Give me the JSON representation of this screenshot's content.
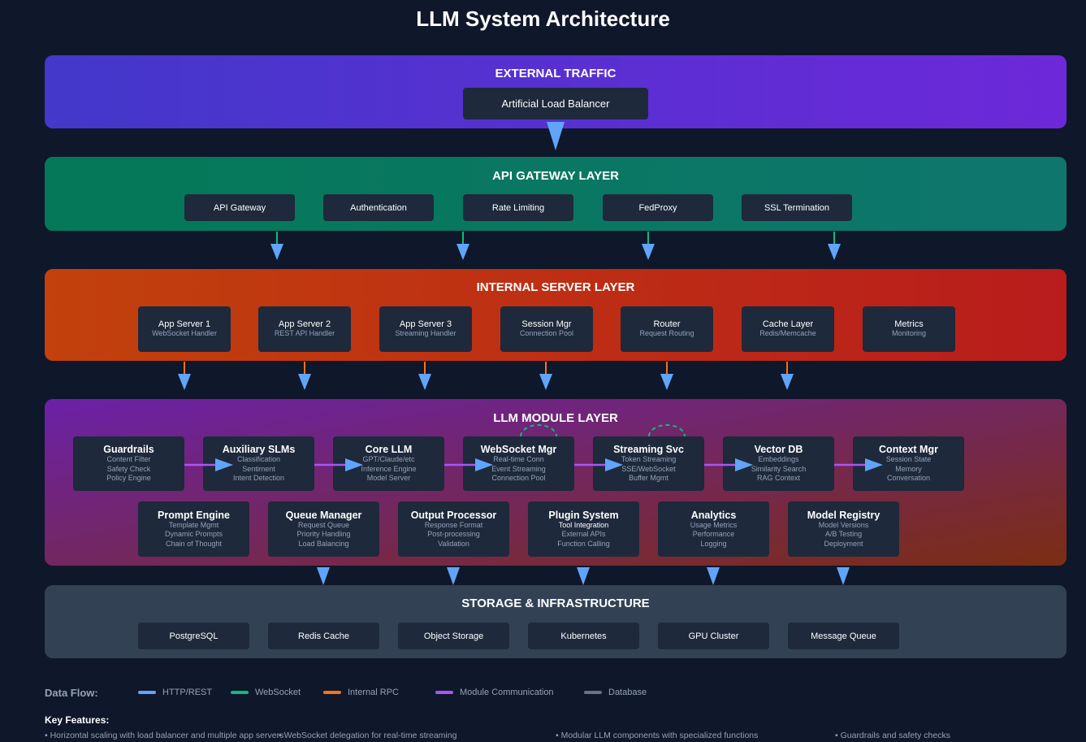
{
  "title": "LLM System Architecture",
  "external": {
    "title": "EXTERNAL TRAFFIC",
    "load_balancer": "Artificial Load Balancer"
  },
  "gateway": {
    "title": "API GATEWAY LAYER",
    "items": [
      "API Gateway",
      "Authentication",
      "Rate Limiting",
      "FedProxy",
      "SSL Termination"
    ]
  },
  "internal": {
    "title": "INTERNAL SERVER LAYER",
    "items": [
      {
        "name": "App Server 1",
        "sub": "WebSocket Handler"
      },
      {
        "name": "App Server 2",
        "sub": "REST API Handler"
      },
      {
        "name": "App Server 3",
        "sub": "Streaming Handler"
      },
      {
        "name": "Session Mgr",
        "sub": "Connection Pool"
      },
      {
        "name": "Router",
        "sub": "Request Routing"
      },
      {
        "name": "Cache Layer",
        "sub": "Redis/Memcache"
      },
      {
        "name": "Metrics",
        "sub": "Monitoring"
      }
    ]
  },
  "llm": {
    "title": "LLM MODULE LAYER",
    "row1": [
      {
        "name": "Guardrails",
        "sub": [
          "Content Filter",
          "Safety Check",
          "Policy Engine"
        ]
      },
      {
        "name": "Auxiliary SLMs",
        "sub": [
          "Classification",
          "Sentiment",
          "Intent Detection"
        ]
      },
      {
        "name": "Core LLM",
        "sub": [
          "GPT/Claude/etc",
          "Inference Engine",
          "Model Server"
        ]
      },
      {
        "name": "WebSocket Mgr",
        "sub": [
          "Real-time Conn",
          "Event Streaming",
          "Connection Pool"
        ]
      },
      {
        "name": "Streaming Svc",
        "sub": [
          "Token Streaming",
          "SSE/WebSocket",
          "Buffer Mgmt"
        ]
      },
      {
        "name": "Vector DB",
        "sub": [
          "Embeddings",
          "Similarity Search",
          "RAG Context"
        ]
      },
      {
        "name": "Context Mgr",
        "sub": [
          "Session State",
          "Memory",
          "Conversation"
        ]
      }
    ],
    "row2": [
      {
        "name": "Prompt Engine",
        "sub": [
          "Template Mgmt",
          "Dynamic Prompts",
          "Chain of Thought"
        ]
      },
      {
        "name": "Queue Manager",
        "sub": [
          "Request Queue",
          "Priority Handling",
          "Load Balancing"
        ]
      },
      {
        "name": "Output Processor",
        "sub": [
          "Response Format",
          "Post-processing",
          "Validation"
        ]
      },
      {
        "name": "Plugin System",
        "sub": [
          "Tool Integration",
          "External APIs",
          "Function Calling"
        ]
      },
      {
        "name": "Analytics",
        "sub": [
          "Usage Metrics",
          "Performance",
          "Logging"
        ]
      },
      {
        "name": "Model Registry",
        "sub": [
          "Model Versions",
          "A/B Testing",
          "Deployment"
        ]
      }
    ]
  },
  "storage": {
    "title": "STORAGE & INFRASTRUCTURE",
    "items": [
      "PostgreSQL",
      "Redis Cache",
      "Object Storage",
      "Kubernetes",
      "GPU Cluster",
      "Message Queue"
    ]
  },
  "legend": {
    "label": "Data Flow:",
    "items": [
      {
        "label": "HTTP/REST",
        "color": "#60a5fa"
      },
      {
        "label": "WebSocket",
        "color": "#10b981"
      },
      {
        "label": "Internal RPC",
        "color": "#f97316"
      },
      {
        "label": "Module Communication",
        "color": "#a855f7"
      },
      {
        "label": "Database",
        "color": "#6b7280"
      }
    ]
  },
  "features": {
    "title": "Key Features:",
    "items": [
      "• Horizontal scaling with load balancer and multiple app servers",
      "• WebSocket delegation for real-time streaming",
      "• Modular LLM components with specialized functions",
      "• Guardrails and safety checks"
    ]
  }
}
